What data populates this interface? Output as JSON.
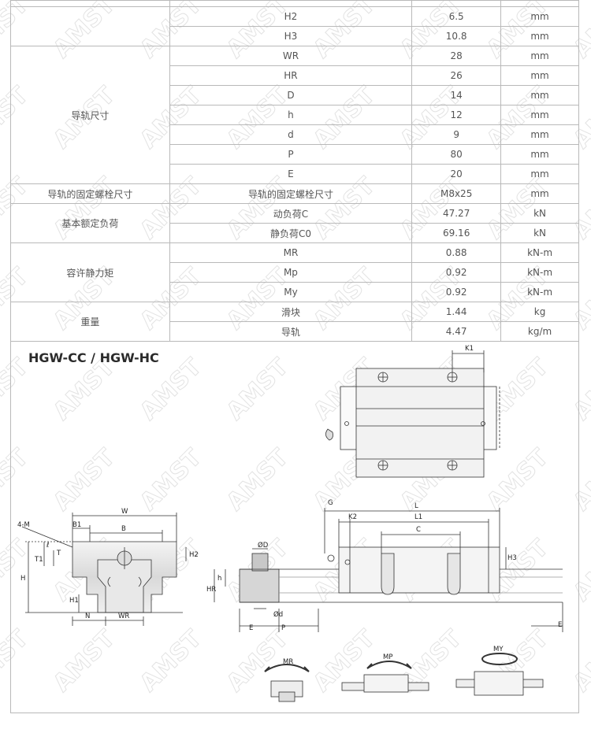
{
  "watermark_text": "AMST",
  "spec_table": {
    "rows": [
      {
        "group": "",
        "param": "H2",
        "value": "6.5",
        "unit": "mm"
      },
      {
        "group": "",
        "param": "H3",
        "value": "10.8",
        "unit": "mm"
      },
      {
        "group": "导轨尺寸",
        "param": "WR",
        "value": "28",
        "unit": "mm"
      },
      {
        "group": "导轨尺寸",
        "param": "HR",
        "value": "26",
        "unit": "mm"
      },
      {
        "group": "导轨尺寸",
        "param": "D",
        "value": "14",
        "unit": "mm"
      },
      {
        "group": "导轨尺寸",
        "param": "h",
        "value": "12",
        "unit": "mm"
      },
      {
        "group": "导轨尺寸",
        "param": "d",
        "value": "9",
        "unit": "mm"
      },
      {
        "group": "导轨尺寸",
        "param": "P",
        "value": "80",
        "unit": "mm"
      },
      {
        "group": "导轨尺寸",
        "param": "E",
        "value": "20",
        "unit": "mm"
      },
      {
        "group": "导轨的固定螺栓尺寸",
        "param": "导轨的固定螺栓尺寸",
        "value": "M8x25",
        "unit": "mm"
      },
      {
        "group": "基本额定负荷",
        "param": "动负荷C",
        "value": "47.27",
        "unit": "kN"
      },
      {
        "group": "基本额定负荷",
        "param": "静负荷C0",
        "value": "69.16",
        "unit": "kN"
      },
      {
        "group": "容许静力矩",
        "param": "MR",
        "value": "0.88",
        "unit": "kN-m"
      },
      {
        "group": "容许静力矩",
        "param": "Mp",
        "value": "0.92",
        "unit": "kN-m"
      },
      {
        "group": "容许静力矩",
        "param": "My",
        "value": "0.92",
        "unit": "kN-m"
      },
      {
        "group": "重量",
        "param": "滑块",
        "value": "1.44",
        "unit": "kg"
      },
      {
        "group": "重量",
        "param": "导轨",
        "value": "4.47",
        "unit": "kg/m"
      }
    ],
    "groups": {
      "rail_dims": "导轨尺寸",
      "bolt": "导轨的固定螺栓尺寸",
      "load": "基本额定负荷",
      "moment": "容许静力矩",
      "weight": "重量"
    }
  },
  "drawing": {
    "title": "HGW-CC / HGW-HC",
    "labels": {
      "k1": "K1",
      "w": "W",
      "b1": "B1",
      "b": "B",
      "m": "4-M",
      "t1": "T1",
      "l": "ℓ",
      "t": "T",
      "h2": "H2",
      "h": "H",
      "h1": "H1",
      "n": "N",
      "wr": "WR",
      "od": "ØD",
      "hr": "HR",
      "hh": "h",
      "odd": "Ød",
      "e": "E",
      "p": "P",
      "g": "G",
      "k2": "K2",
      "l_total": "L",
      "l1": "L1",
      "c": "C",
      "h3": "H3",
      "mr": "MR",
      "mp": "MP",
      "my": "MY"
    }
  }
}
